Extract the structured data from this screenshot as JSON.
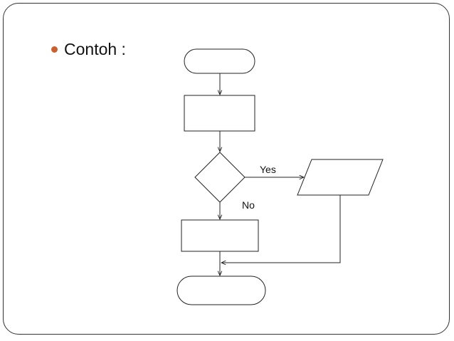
{
  "slide": {
    "bullet_text": "Contoh :",
    "bullet_color": "#c9602e"
  },
  "flowchart": {
    "yes_label": "Yes",
    "no_label": "No",
    "stroke_color": "#222222"
  }
}
